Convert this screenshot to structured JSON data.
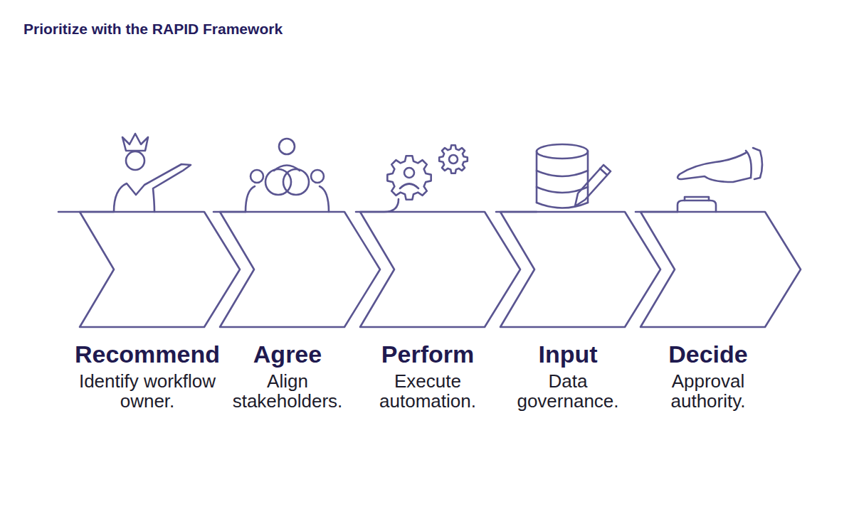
{
  "diagram": {
    "title": "Prioritize with the RAPID Framework",
    "nodes": [
      {
        "text": [
          "Recommend",
          "Identify workflow owner."
        ]
      },
      {
        "text": [
          "Agree",
          "Align stakeholders."
        ]
      },
      {
        "text": [
          "Perform",
          "Execute automation."
        ]
      },
      {
        "text": [
          "Input",
          "Data governance."
        ]
      },
      {
        "text": [
          "Decide",
          "Approval authority."
        ]
      }
    ]
  }
}
